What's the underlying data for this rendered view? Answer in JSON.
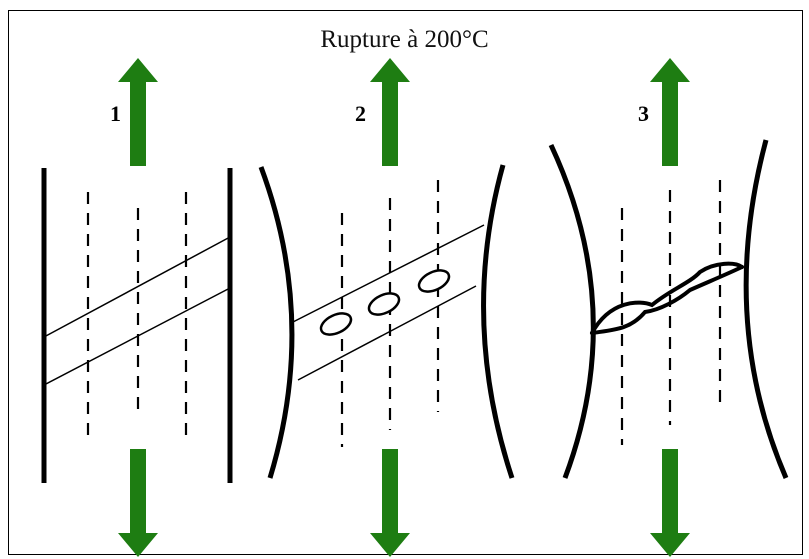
{
  "title": "Rupture à 200°C",
  "stages": [
    {
      "label": "1",
      "state": "intact"
    },
    {
      "label": "2",
      "state": "voids"
    },
    {
      "label": "3",
      "state": "fibrils"
    }
  ],
  "colors": {
    "arrow": "#1e7d12",
    "line": "#000000",
    "background": "#ffffff"
  }
}
